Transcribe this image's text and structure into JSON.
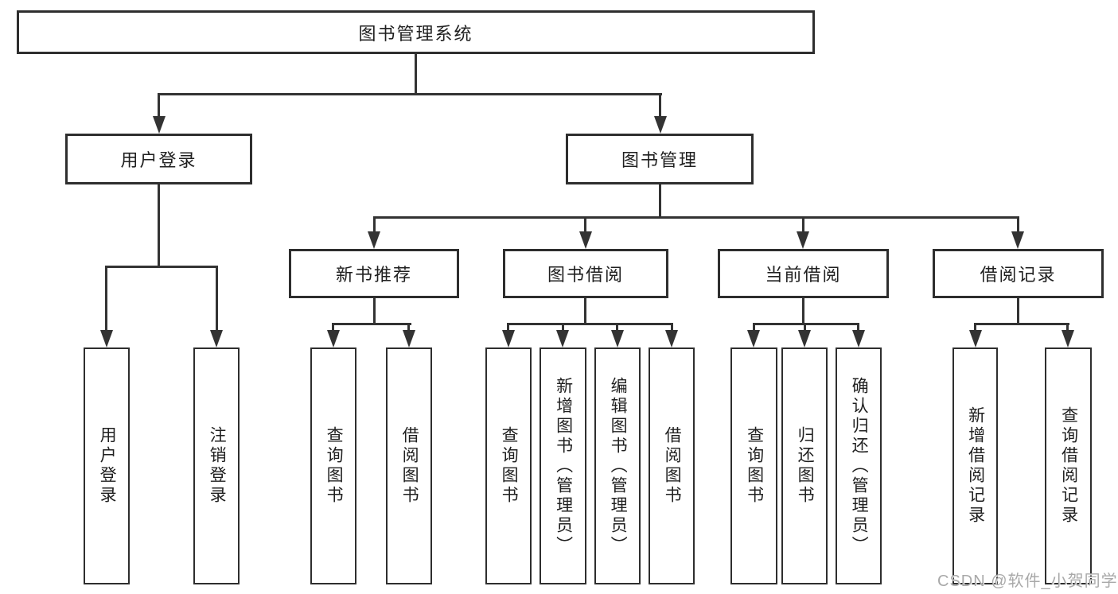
{
  "diagram": {
    "title": "图书管理系统",
    "type": "hierarchy-tree",
    "colors": {
      "line": "#333333",
      "border": "#2e2e2e",
      "text": "#202020",
      "background": "#ffffff",
      "watermark": "#a9a9a9"
    },
    "tree": {
      "label": "图书管理系统",
      "children": [
        {
          "label": "用户登录",
          "children": [
            {
              "label": "用户登录"
            },
            {
              "label": "注销登录"
            }
          ]
        },
        {
          "label": "图书管理",
          "children": [
            {
              "label": "新书推荐",
              "children": [
                {
                  "label": "查询图书"
                },
                {
                  "label": "借阅图书"
                }
              ]
            },
            {
              "label": "图书借阅",
              "children": [
                {
                  "label": "查询图书"
                },
                {
                  "label": "新增图书（管理员）"
                },
                {
                  "label": "编辑图书（管理员）"
                },
                {
                  "label": "借阅图书"
                }
              ]
            },
            {
              "label": "当前借阅",
              "children": [
                {
                  "label": "查询图书"
                },
                {
                  "label": "归还图书"
                },
                {
                  "label": "确认归还（管理员）"
                }
              ]
            },
            {
              "label": "借阅记录",
              "children": [
                {
                  "label": "新增借阅记录"
                },
                {
                  "label": "查询借阅记录"
                }
              ]
            }
          ]
        }
      ]
    },
    "watermark": "CSDN @软件_小贺同学"
  }
}
